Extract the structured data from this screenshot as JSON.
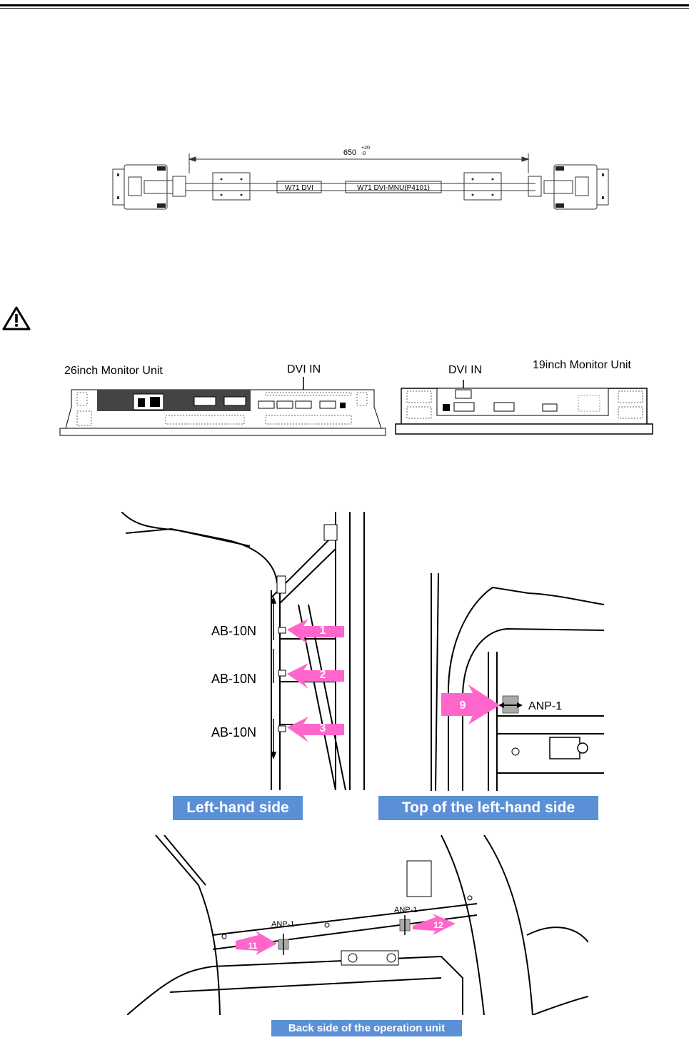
{
  "cable": {
    "length_label": "650",
    "length_sup": "+20",
    "length_sub": "-0",
    "tag_left": "W71 DVI",
    "tag_right": "W71 DVI-MNU(P4101)"
  },
  "monitors": {
    "unit_26": "26inch Monitor Unit",
    "unit_19": "19inch Monitor Unit",
    "dvi_in_left": "DVI IN",
    "dvi_in_right": "DVI IN"
  },
  "left_side": {
    "labels": [
      "AB-10N",
      "AB-10N",
      "AB-10N"
    ],
    "arrows": [
      "1",
      "2",
      "3"
    ],
    "caption": "Left-hand side"
  },
  "top_left_side": {
    "arrow": "9",
    "label": "ANP-1",
    "caption": "Top of the left-hand side"
  },
  "back_side": {
    "label_left": "ANP-1",
    "label_right": "ANP-1",
    "arrow_left": "11",
    "arrow_right": "12",
    "caption": "Back side of the operation unit"
  },
  "colors": {
    "caption_bg": "#5b8fd6",
    "arrow_pink": "#ff66cc"
  },
  "icons": [
    "warning-icon"
  ]
}
